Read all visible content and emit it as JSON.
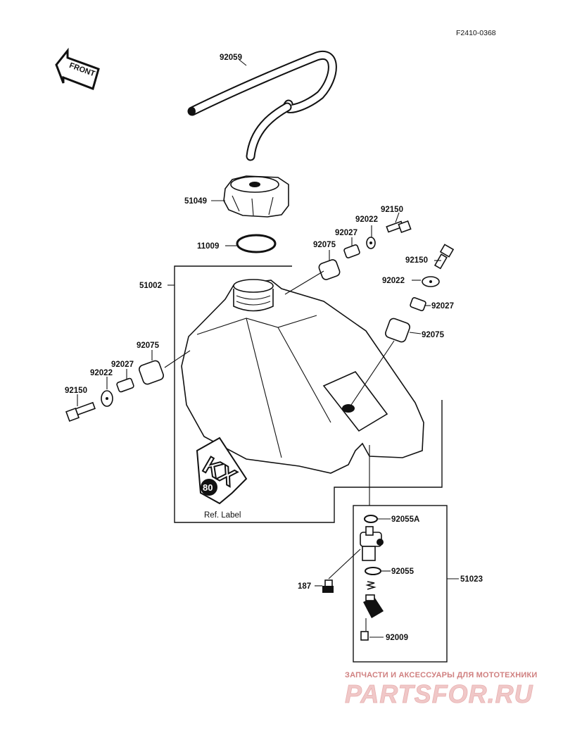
{
  "figure_code": "F2410-0368",
  "front_label": "FRONT",
  "ref_label": "Ref. Label",
  "decal_text": "KX",
  "decal_number": "80",
  "parts": {
    "p92059": "92059",
    "p51049": "51049",
    "p11009": "11009",
    "p51002": "51002",
    "p92022_top": "92022",
    "p92150_top": "92150",
    "p92027_top": "92027",
    "p92075_top": "92075",
    "p92150_right": "92150",
    "p92022_right": "92022",
    "p92027_right": "92027",
    "p92075_right": "92075",
    "p92075_left": "92075",
    "p92027_left": "92027",
    "p92022_left": "92022",
    "p92150_left": "92150",
    "p92055A": "92055A",
    "p92055": "92055",
    "p51023": "51023",
    "p187": "187",
    "p92009": "92009"
  },
  "watermark": {
    "tagline": "ЗАПЧАСТИ И АКСЕССУАРЫ ДЛЯ МОТОТЕХНИКИ",
    "brand": "PARTSFOR.RU"
  }
}
